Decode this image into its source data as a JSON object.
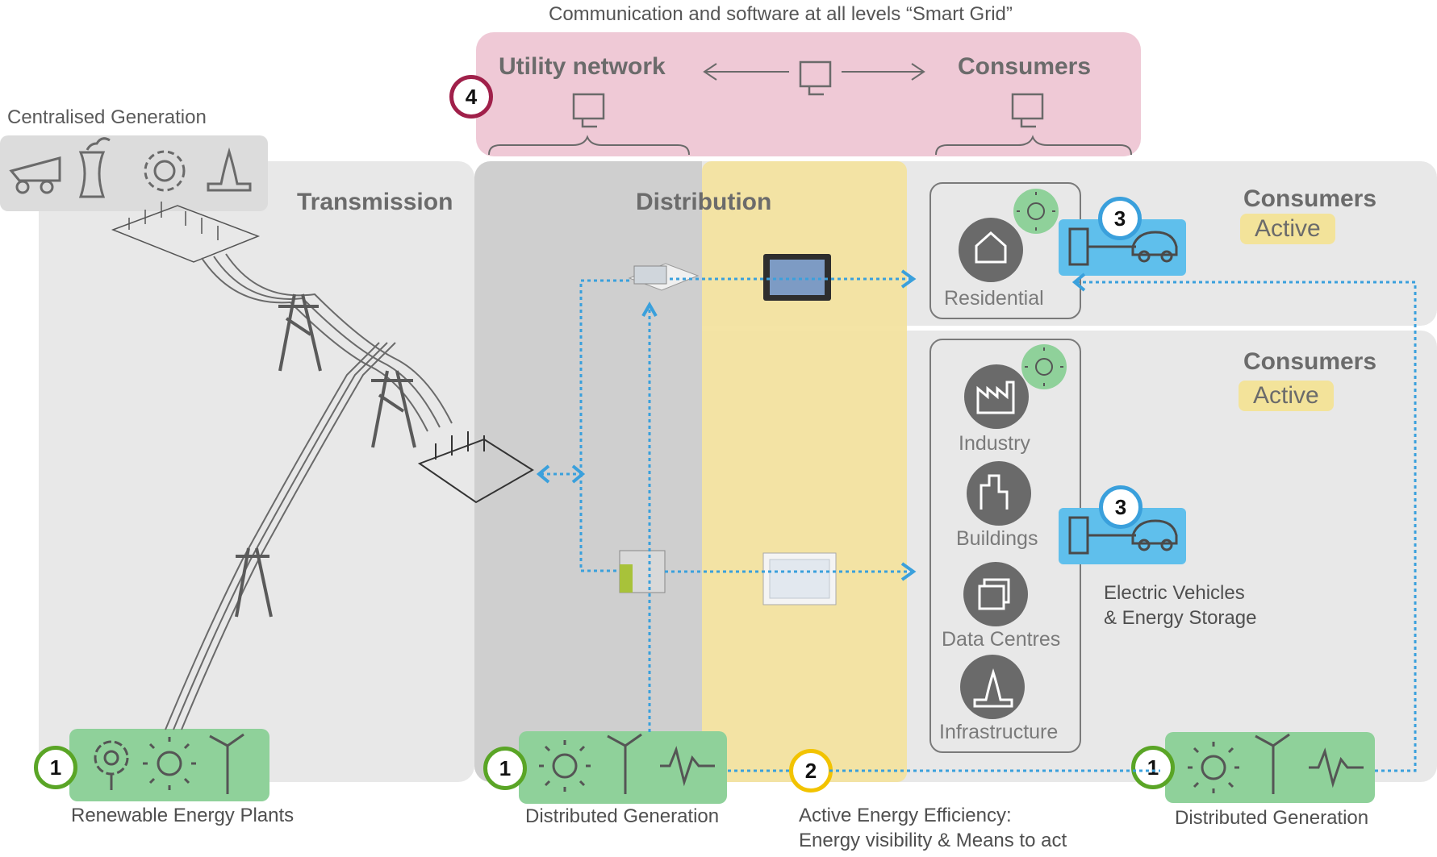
{
  "top_title": "Communication and software at all levels “Smart Grid”",
  "smart_grid": {
    "utility_network": "Utility network",
    "consumers": "Consumers",
    "badge": "4"
  },
  "centralised": {
    "label": "Centralised Generation",
    "icons": [
      "coal-mine-cart-icon",
      "nuclear-cooling-tower-icon",
      "gear-icon",
      "gas-flame-icon"
    ]
  },
  "zones": {
    "transmission": "Transmission",
    "distribution": "Distribution"
  },
  "consumer_panels": [
    {
      "title": "Consumers",
      "tag": "Active",
      "badge": "3"
    },
    {
      "title": "Consumers",
      "tag": "Active",
      "badge": "3"
    }
  ],
  "residential_label": "Residential",
  "consumer_types": [
    "Industry",
    "Buildings",
    "Data Centres",
    "Infrastructure"
  ],
  "ev_caption": [
    "Electric Vehicles",
    "& Energy Storage"
  ],
  "generation": [
    {
      "badge": "1",
      "label": "Renewable Energy Plants"
    },
    {
      "badge": "1",
      "label": "Distributed Generation"
    },
    {
      "badge": "1",
      "label": "Distributed Generation"
    }
  ],
  "efficiency": {
    "badge": "2",
    "line1": "Active Energy Efficiency:",
    "line2": "Energy visibility & Means to act"
  },
  "colors": {
    "smart_grid_bg": "#efc9d6",
    "zone_gray": "#e8e8e8",
    "distribution_gray": "#cfcfcf",
    "efficiency_yellow": "#f3e3a0",
    "green": "#8fd19a",
    "ev_blue": "#5fbfec",
    "dotted_line": "#3aa0dc"
  }
}
